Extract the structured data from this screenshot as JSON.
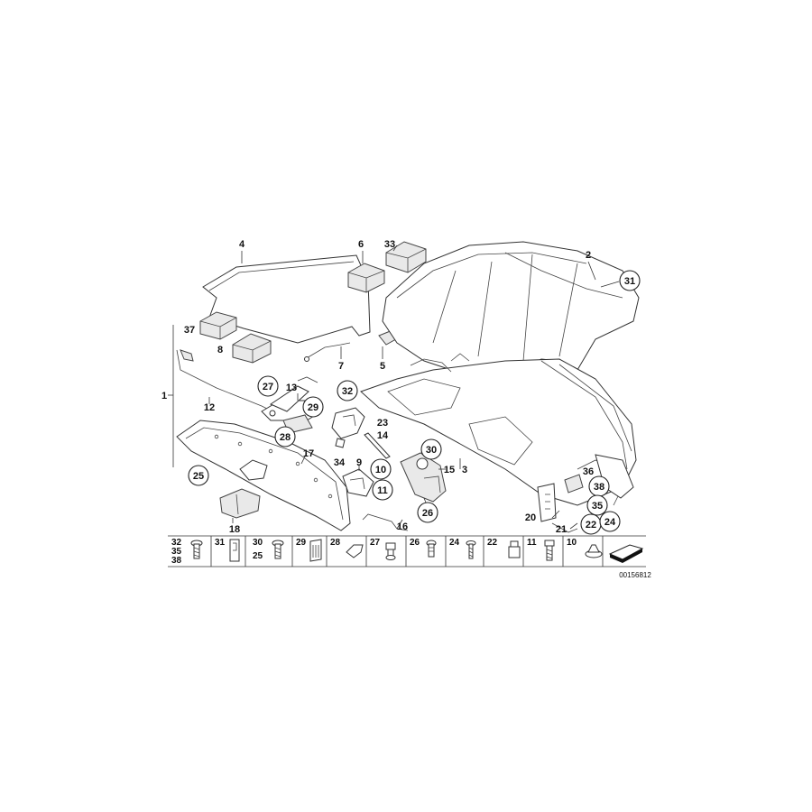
{
  "callouts": {
    "c1": "1",
    "c2": "2",
    "c3": "3",
    "c4": "4",
    "c5": "5",
    "c6": "6",
    "c7": "7",
    "c8": "8",
    "c9": "9",
    "c10": "10",
    "c11": "11",
    "c12": "12",
    "c13": "13",
    "c14": "14",
    "c15": "15",
    "c16": "16",
    "c17": "17",
    "c18": "18",
    "c20": "20",
    "c21": "21",
    "c22": "22",
    "c23": "23",
    "c24": "24",
    "c25": "25",
    "c26": "26",
    "c27": "27",
    "c28": "28",
    "c29": "29",
    "c30": "30",
    "c31": "31",
    "c32": "32",
    "c33": "33",
    "c34": "34",
    "c35": "35",
    "c36": "36",
    "c37": "37",
    "c38": "38"
  },
  "legend": {
    "cells": [
      {
        "nums": [
          "32",
          "35",
          "38"
        ],
        "icon": "screw-icon"
      },
      {
        "nums": [
          "31"
        ],
        "icon": "clip-icon"
      },
      {
        "nums": [
          "30",
          "25"
        ],
        "icon": "bolt-icon"
      },
      {
        "nums": [
          "29"
        ],
        "icon": "bracket-clip-icon"
      },
      {
        "nums": [
          "28"
        ],
        "icon": "cable-clip-icon"
      },
      {
        "nums": [
          "27"
        ],
        "icon": "nut-screw-icon"
      },
      {
        "nums": [
          "26"
        ],
        "icon": "pin-icon"
      },
      {
        "nums": [
          "24"
        ],
        "icon": "countersunk-screw-icon"
      },
      {
        "nums": [
          "22"
        ],
        "icon": "spacer-sleeve-icon"
      },
      {
        "nums": [
          "11"
        ],
        "icon": "hex-bolt-icon"
      },
      {
        "nums": [
          "10"
        ],
        "icon": "expanding-rivet-icon"
      },
      {
        "nums": [],
        "icon": "direction-arrow-icon"
      }
    ]
  },
  "catalog_number": "00156812"
}
